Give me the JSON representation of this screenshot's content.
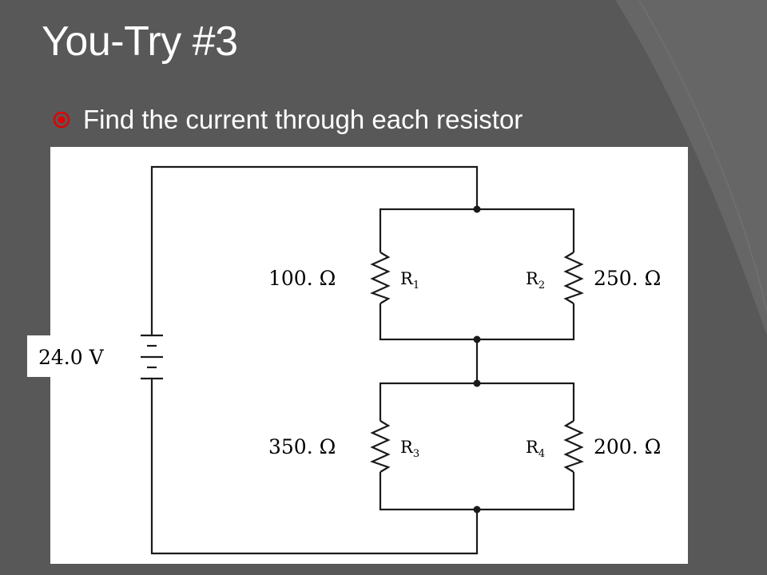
{
  "slide": {
    "title": "You-Try #3",
    "bullet": "Find the current through each resistor"
  },
  "circuit": {
    "voltage": "24.0 V",
    "resistors": [
      {
        "id": "R1",
        "letter": "R",
        "sub": "1",
        "value": "100. Ω"
      },
      {
        "id": "R2",
        "letter": "R",
        "sub": "2",
        "value": "250. Ω"
      },
      {
        "id": "R3",
        "letter": "R",
        "sub": "3",
        "value": "350. Ω"
      },
      {
        "id": "R4",
        "letter": "R",
        "sub": "4",
        "value": "200. Ω"
      }
    ]
  },
  "colors": {
    "background": "#585858",
    "accent_arc": "#6a6a6a",
    "bullet": "#e00000",
    "title": "#ffffff",
    "panel": "#ffffff",
    "wire": "#1a1a1a"
  }
}
